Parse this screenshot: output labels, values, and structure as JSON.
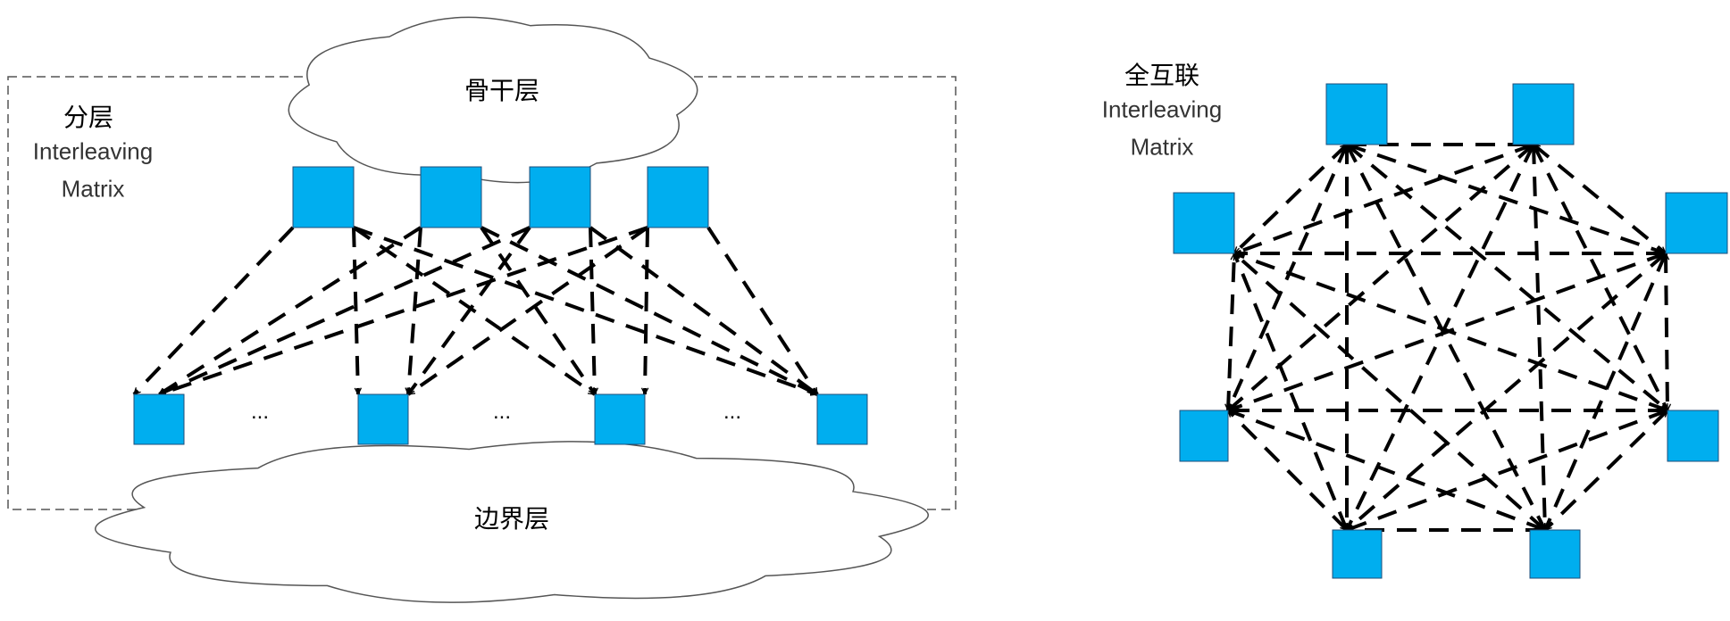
{
  "left": {
    "title_cn": "分层",
    "title_en_1": "Interleaving",
    "title_en_2": "Matrix",
    "backbone_label": "骨干层",
    "edge_label": "边界层",
    "ellipsis": "..."
  },
  "right": {
    "title_cn": "全互联",
    "title_en_1": "Interleaving",
    "title_en_2": "Matrix"
  },
  "colors": {
    "node_fill": "#00AEEF",
    "node_stroke": "#1F4E79",
    "edge": "#000000",
    "cloud_stroke": "#555555",
    "box_stroke": "#555555"
  }
}
